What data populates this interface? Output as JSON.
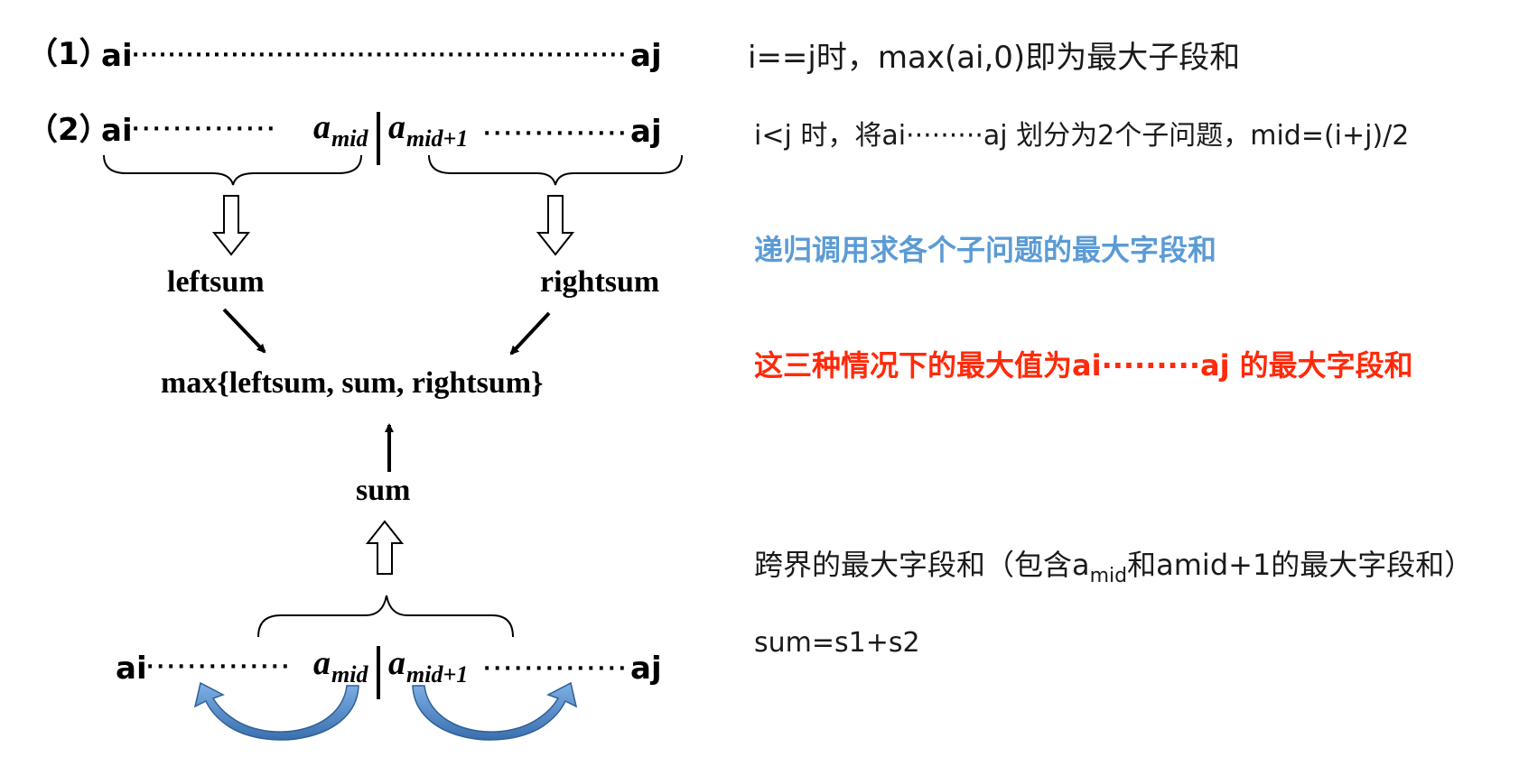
{
  "case1": {
    "label": "（1）",
    "start": "ai",
    "dots": "·······················································",
    "end": "aj"
  },
  "case2": {
    "label": "（2）",
    "start": "ai",
    "dots_left": "··············",
    "amid_base": "a",
    "amid_sub": "mid",
    "amid1_base": "a",
    "amid1_sub": "mid+1",
    "dots_right": "··············",
    "end": "aj"
  },
  "tree": {
    "leftsum": "leftsum",
    "rightsum": "rightsum",
    "max_expr": "max{leftsum, sum, rightsum}",
    "sum": "sum"
  },
  "bottom_row": {
    "start": "ai",
    "dots_left": "··············",
    "amid_base": "a",
    "amid_sub": "mid",
    "amid1_base": "a",
    "amid1_sub": "mid+1",
    "dots_right": "··············",
    "end": "aj"
  },
  "notes": {
    "n1": "i==j时，max(ai,0)即为最大子段和",
    "n2": "i<j 时，将ai·········aj  划分为2个子问题，mid=(i+j)/2",
    "n3": "递归调用求各个子问题的最大字段和",
    "n4": "这三种情况下的最大值为ai·········aj 的最大字段和",
    "n5_pre": "跨界的最大字段和（包含a",
    "n5_sub": "mid",
    "n5_post": "和amid+1的最大字段和）",
    "n6": "sum=s1+s2"
  },
  "colors": {
    "blue_text": "#5b9bd5",
    "red_text": "#ff2a0a",
    "curved_arrow": "#4f86c6"
  }
}
